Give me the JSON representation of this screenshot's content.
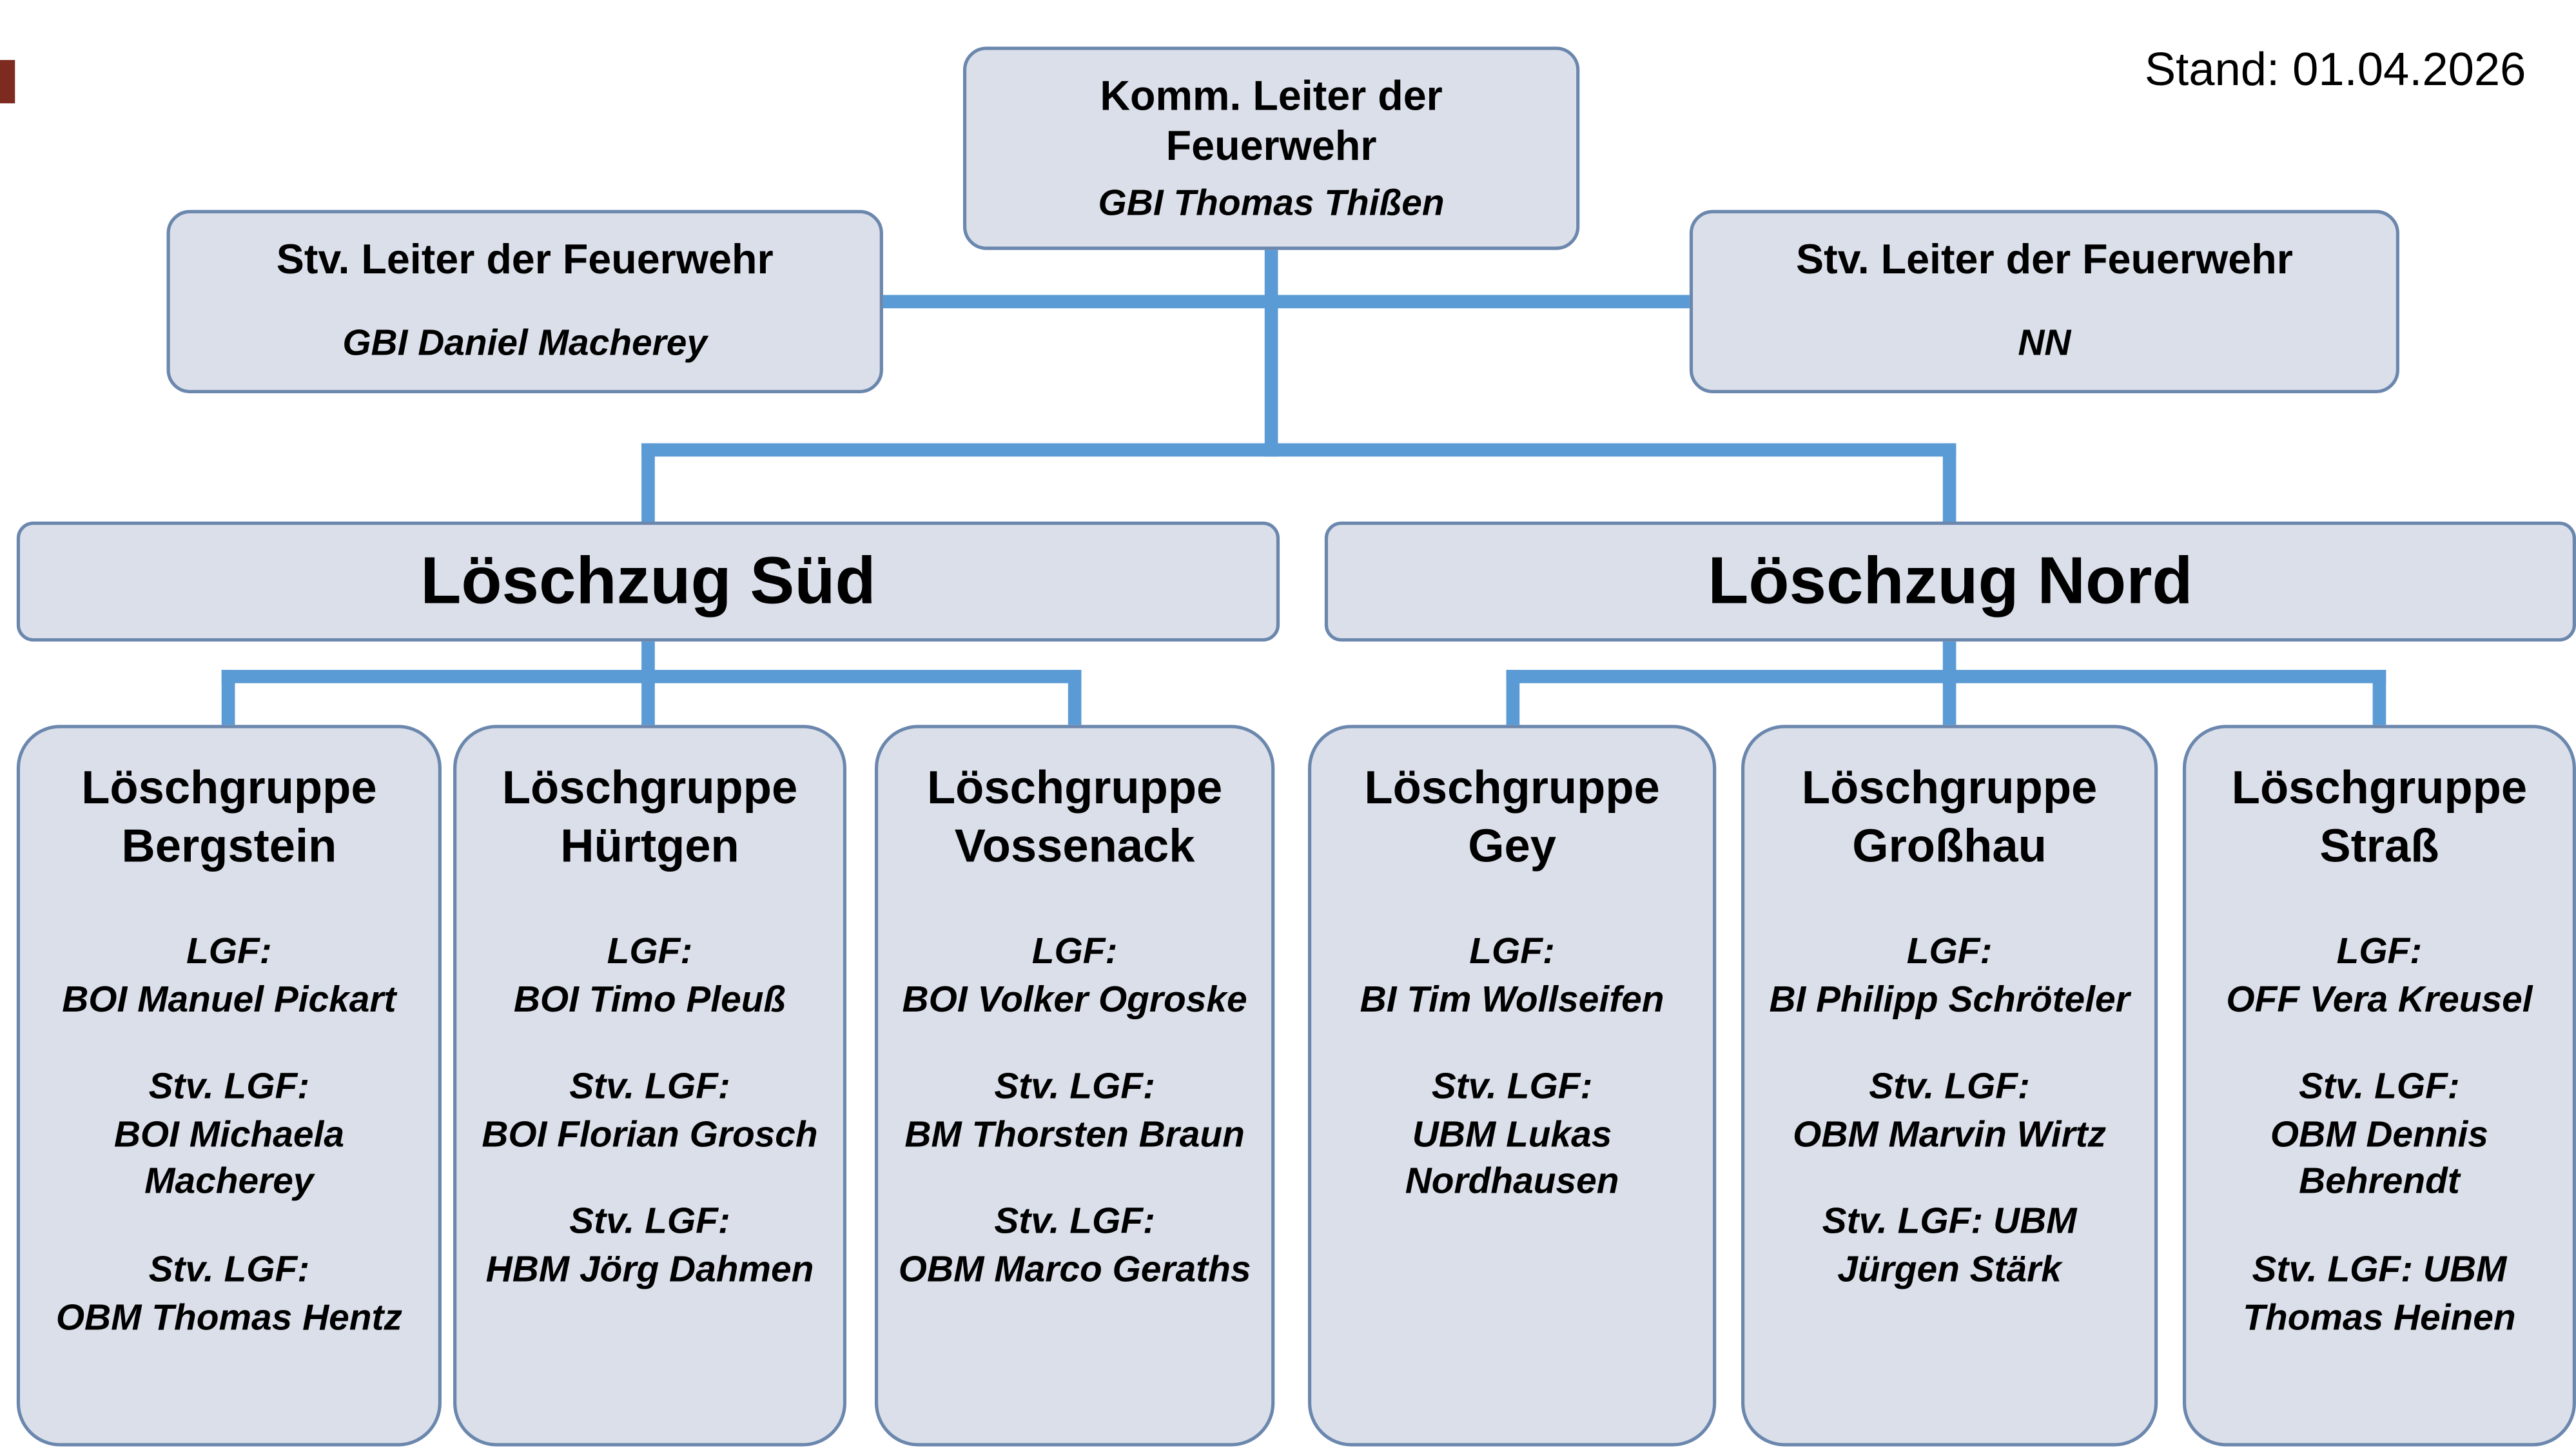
{
  "stand": "Stand: 01.04.2026",
  "colors": {
    "box_fill": "#dadfe9",
    "box_border": "#6b87ad",
    "connector": "#5b9bd5"
  },
  "head": {
    "title": "Komm. Leiter der\nFeuerwehr",
    "name": "GBI Thomas Thißen"
  },
  "deputy_left": {
    "title": "Stv. Leiter der Feuerwehr",
    "name": "GBI Daniel Macherey"
  },
  "deputy_right": {
    "title": "Stv. Leiter der Feuerwehr",
    "name": "NN"
  },
  "divisions": [
    {
      "title": "Löschzug Süd",
      "groups": [
        {
          "title": "Löschgruppe\nBergstein",
          "roles": [
            "LGF:\nBOI Manuel Pickart",
            "Stv. LGF:\nBOI Michaela Macherey",
            "Stv. LGF:\nOBM Thomas Hentz"
          ]
        },
        {
          "title": "Löschgruppe\nHürtgen",
          "roles": [
            "LGF:\nBOI Timo Pleuß",
            "Stv. LGF:\nBOI Florian Grosch",
            "Stv. LGF:\nHBM Jörg Dahmen"
          ]
        },
        {
          "title": "Löschgruppe\nVossenack",
          "roles": [
            "LGF:\nBOI Volker Ogroske",
            "Stv. LGF:\nBM Thorsten Braun",
            "Stv. LGF:\nOBM Marco Geraths"
          ]
        }
      ]
    },
    {
      "title": "Löschzug Nord",
      "groups": [
        {
          "title": "Löschgruppe\nGey",
          "roles": [
            "LGF:\nBI Tim Wollseifen",
            "Stv. LGF:\nUBM Lukas Nordhausen"
          ]
        },
        {
          "title": "Löschgruppe\nGroßhau",
          "roles": [
            "LGF:\nBI Philipp Schröteler",
            "Stv. LGF:\nOBM Marvin Wirtz",
            "Stv. LGF: UBM\nJürgen Stärk"
          ]
        },
        {
          "title": "Löschgruppe\nStraß",
          "roles": [
            "LGF:\nOFF Vera Kreusel",
            "Stv. LGF:\nOBM Dennis Behrendt",
            "Stv. LGF: UBM\nThomas Heinen"
          ]
        }
      ]
    }
  ]
}
